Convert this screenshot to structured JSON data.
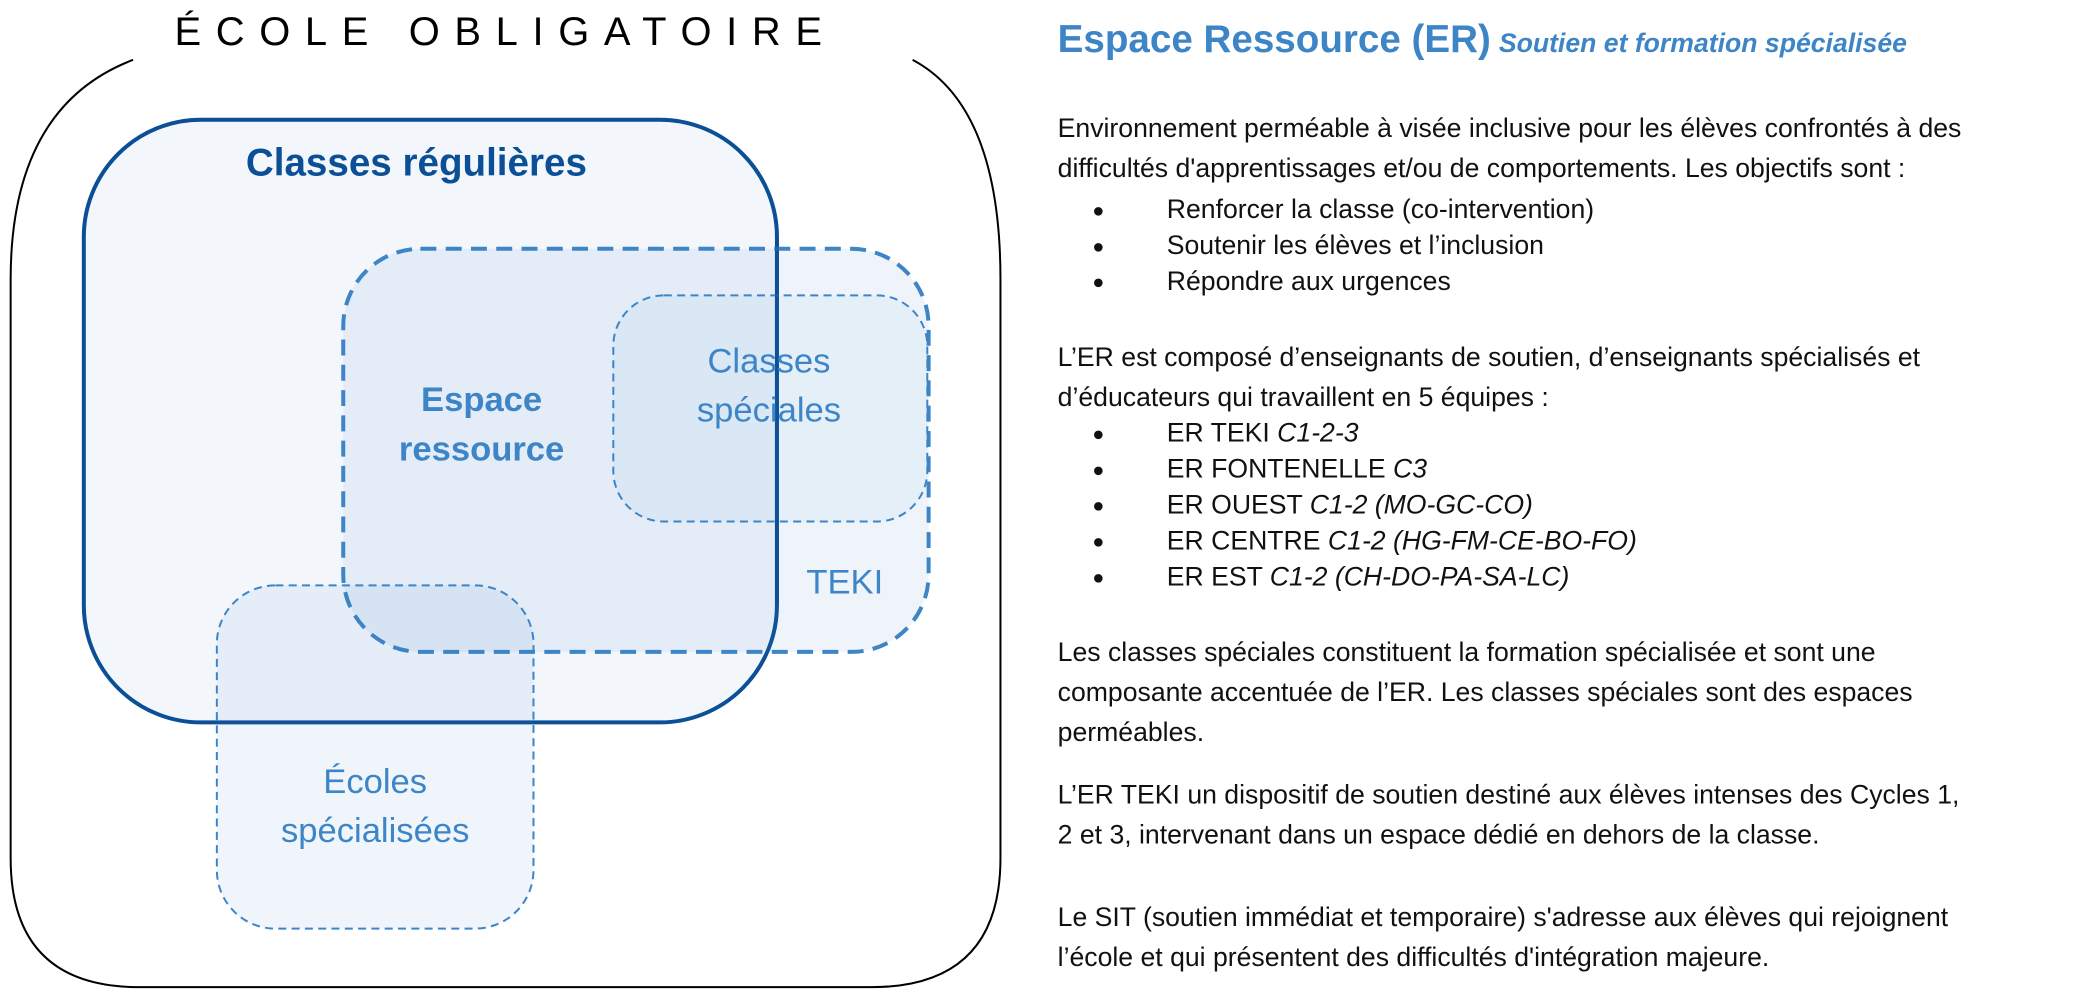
{
  "diagram": {
    "title": "ÉCOLE OBLIGATOIRE",
    "classes_regulieres": "Classes régulières",
    "espace_ressource": [
      "Espace",
      "ressource"
    ],
    "classes_speciales": [
      "Classes",
      "spéciales"
    ],
    "teki": "TEKI",
    "ecoles_specialisees": [
      "Écoles",
      "spécialisées"
    ],
    "colors": {
      "dark_blue": "#0b4f96",
      "mid_blue": "#3d85c6",
      "fill": "#f3f7fc"
    }
  },
  "text": {
    "title": "Espace Ressource (ER)",
    "subtitle": "Soutien et formation spécialisée",
    "intro_lines": [
      "Environnement perméable à visée inclusive pour les élèves confrontés à des",
      "difficultés d'apprentissages et/ou de comportements. Les objectifs sont :"
    ],
    "objectives": [
      "Renforcer la classe (co-intervention)",
      "Soutenir les élèves et l’inclusion",
      "Répondre aux urgences"
    ],
    "composition_lines": [
      "L’ER est composé d’enseignants de soutien, d’enseignants spécialisés et",
      "d’éducateurs qui travaillent en 5 équipes :"
    ],
    "teams": [
      {
        "name": "ER TEKI",
        "detail": "C1-2-3"
      },
      {
        "name": "ER FONTENELLE",
        "detail": "C3"
      },
      {
        "name": "ER OUEST",
        "detail": "C1-2 (MO-GC-CO)"
      },
      {
        "name": "ER CENTRE",
        "detail": "C1-2 (HG-FM-CE-BO-FO)"
      },
      {
        "name": "ER EST",
        "detail": "C1-2 (CH-DO-PA-SA-LC)"
      }
    ],
    "bullet": "●",
    "classes_lines": [
      "Les classes spéciales constituent la formation spécialisée et sont une",
      "composante accentuée de l’ER. Les classes spéciales sont des espaces",
      "perméables."
    ],
    "teki_lines": [
      "L’ER TEKI un dispositif de soutien destiné aux élèves intenses des Cycles 1,",
      "2 et 3, intervenant dans un espace dédié en dehors de la classe."
    ],
    "sit_lines": [
      "Le SIT (soutien immédiat et temporaire) s'adresse aux élèves qui rejoignent",
      "l’école et qui présentent des difficultés d'intégration majeure."
    ]
  }
}
